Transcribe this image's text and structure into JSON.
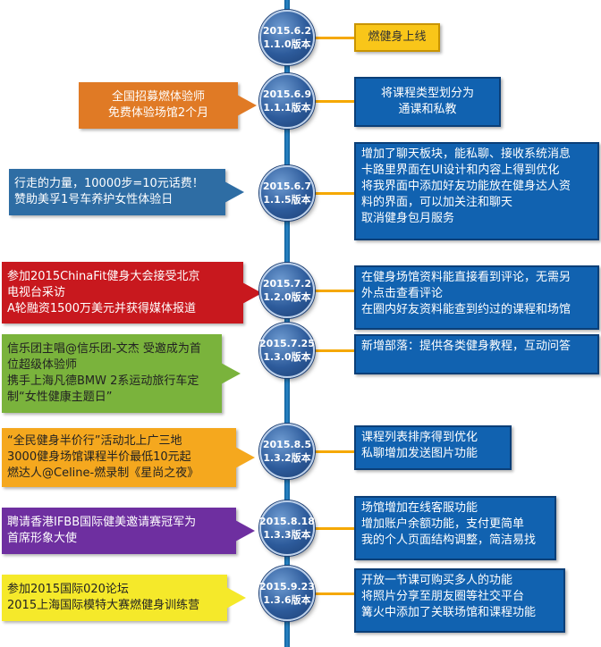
{
  "milestones": [
    {
      "date": "2015.6.2",
      "version": "1.1.0版本",
      "right": {
        "style": "yellow",
        "lines": [
          "燃健身上线"
        ]
      },
      "left": null
    },
    {
      "date": "2015.6.9",
      "version": "1.1.1版本",
      "right": {
        "lines": [
          "将课程类型划分为",
          "通课和私教"
        ]
      },
      "left": {
        "color": "#e07a25",
        "text_color": "#ffffff",
        "lines": [
          "全国招募燃体验师",
          "免费体验场馆2个月"
        ]
      }
    },
    {
      "date": "2015.6.7",
      "version": "1.1.5版本",
      "right": {
        "lines": [
          "增加了聊天板块，能私聊、接收系统消息",
          "卡路里界面在UI设计和内容上得到优化",
          "将我界面中添加好友功能放在健身达人资",
          "料的界面，可以加关注和聊天",
          "取消健身包月服务"
        ]
      },
      "left": {
        "color": "#2e6da4",
        "text_color": "#ffffff",
        "lines": [
          "行走的力量，10000步=10元话费！",
          "赞助美孚1号车养护女性体验日"
        ]
      }
    },
    {
      "date": "2015.7.2",
      "version": "1.2.0版本",
      "right": {
        "lines": [
          "在健身场馆资料能直接看到评论，无需另",
          "外点击查看评论",
          "在圈内好友资料能查到约过的课程和场馆"
        ]
      },
      "left": {
        "color": "#c8181e",
        "text_color": "#ffffff",
        "lines": [
          "参加2015ChinaFit健身大会接受北京",
          "电视台采访",
          "A轮融资1500万美元并获得媒体报道"
        ]
      }
    },
    {
      "date": "2015.7.25",
      "version": "1.3.0版本",
      "right": {
        "lines": [
          "新增部落：提供各类健身教程，互动问答"
        ]
      },
      "left": {
        "color": "#7ab33c",
        "text_color": "#222222",
        "lines": [
          "信乐团主唱@信乐团-文杰 受邀成为首",
          "位超级体验师",
          "携手上海凡德BMW 2系运动旅行车定",
          "制“女性健康主题日”"
        ]
      }
    },
    {
      "date": "2015.8.5",
      "version": "1.3.2版本",
      "right": {
        "lines": [
          "课程列表排序得到优化",
          "私聊增加发送图片功能"
        ]
      },
      "left": {
        "color": "#f5a81e",
        "text_color": "#222222",
        "lines": [
          "“全民健身半价行”活动北上广三地",
          "3000健身场馆课程半价最低10元起",
          "燃达人@Celine-燃录制《星尚之夜》"
        ]
      }
    },
    {
      "date": "2015.8.18",
      "version": "1.3.3版本",
      "right": {
        "lines": [
          "场馆增加在线客服功能",
          "增加账户余额功能，支付更简单",
          "我的个人页面结构调整，简洁易找"
        ]
      },
      "left": {
        "color": "#6e2fa0",
        "text_color": "#ffffff",
        "lines": [
          "聘请香港IFBB国际健美邀请赛冠军为",
          "首席形象大使"
        ]
      }
    },
    {
      "date": "2015.9.23",
      "version": "1.3.6版本",
      "right": {
        "lines": [
          "开放一节课可购买多人的功能",
          "将照片分享至朋友圈等社交平台",
          "篝火中添加了关联场馆和课程功能"
        ]
      },
      "left": {
        "color": "#f5e92a",
        "text_color": "#222222",
        "lines": [
          "参加2015国际020论坛",
          "2015上海国际模特大赛燃健身训练营"
        ]
      }
    }
  ]
}
